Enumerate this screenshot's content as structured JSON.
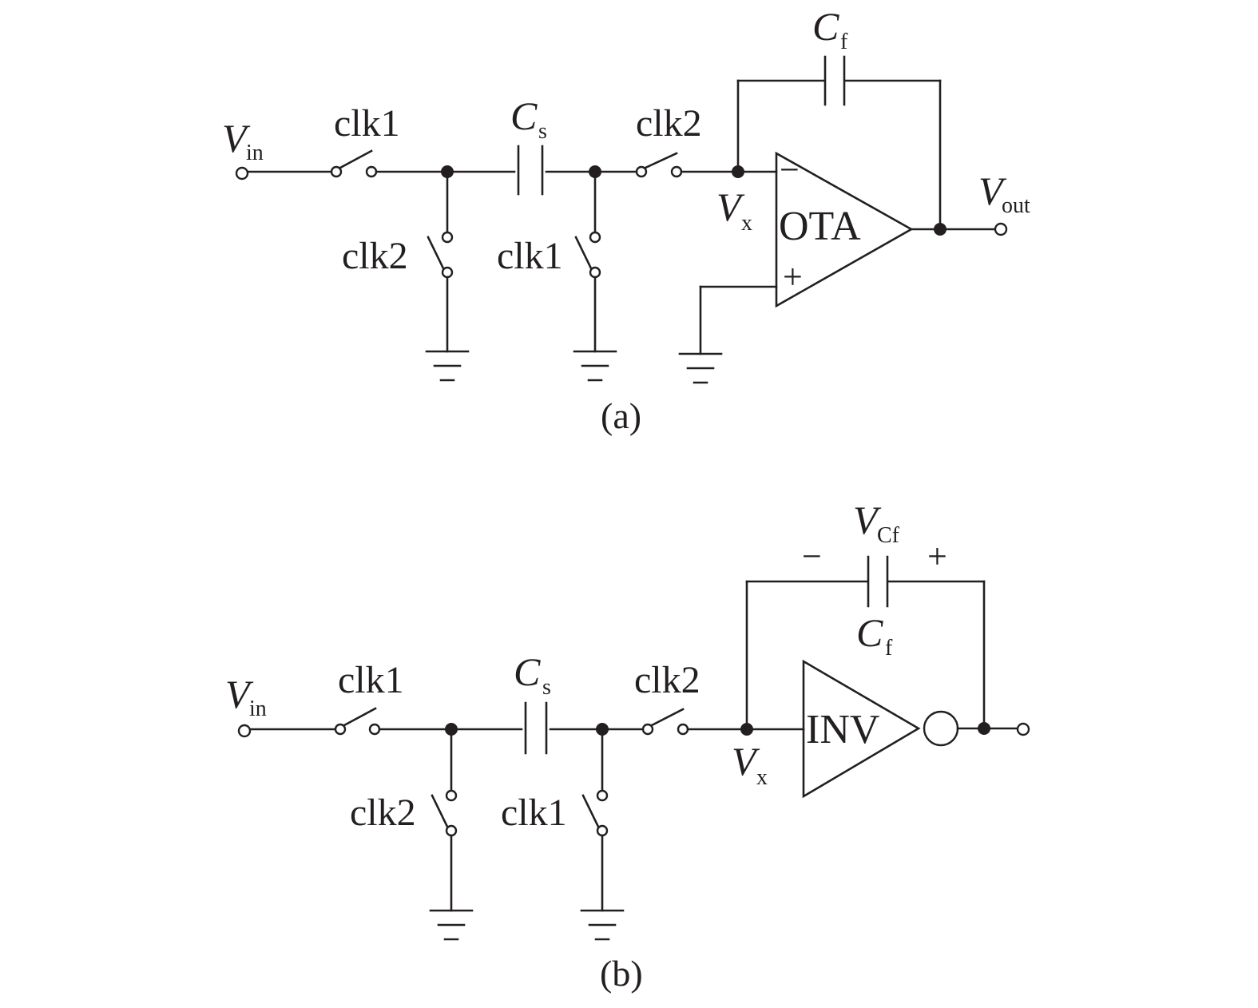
{
  "circuit_a": {
    "caption": "(a)",
    "vin": {
      "main": "V",
      "sub": "in"
    },
    "clk_in_series": "clk1",
    "clk_top_shunt": "clk2",
    "clk_bottom_shunt": "clk1",
    "clk_out_series": "clk2",
    "cs": {
      "main": "C",
      "sub": "s"
    },
    "cf": {
      "main": "C",
      "sub": "f"
    },
    "vx": {
      "main": "V",
      "sub": "x"
    },
    "amp_label": "OTA",
    "minus": "−",
    "plus": "+",
    "vout": {
      "main": "V",
      "sub": "out"
    }
  },
  "circuit_b": {
    "caption": "(b)",
    "vin": {
      "main": "V",
      "sub": "in"
    },
    "clk_in_series": "clk1",
    "clk_top_shunt": "clk2",
    "clk_bottom_shunt": "clk1",
    "clk_out_series": "clk2",
    "cs": {
      "main": "C",
      "sub": "s"
    },
    "cf": {
      "main": "C",
      "sub": "f"
    },
    "vcf": {
      "main": "V",
      "sub": "Cf"
    },
    "cf_minus": "−",
    "cf_plus": "+",
    "vx": {
      "main": "V",
      "sub": "x"
    },
    "amp_label": "INV"
  }
}
